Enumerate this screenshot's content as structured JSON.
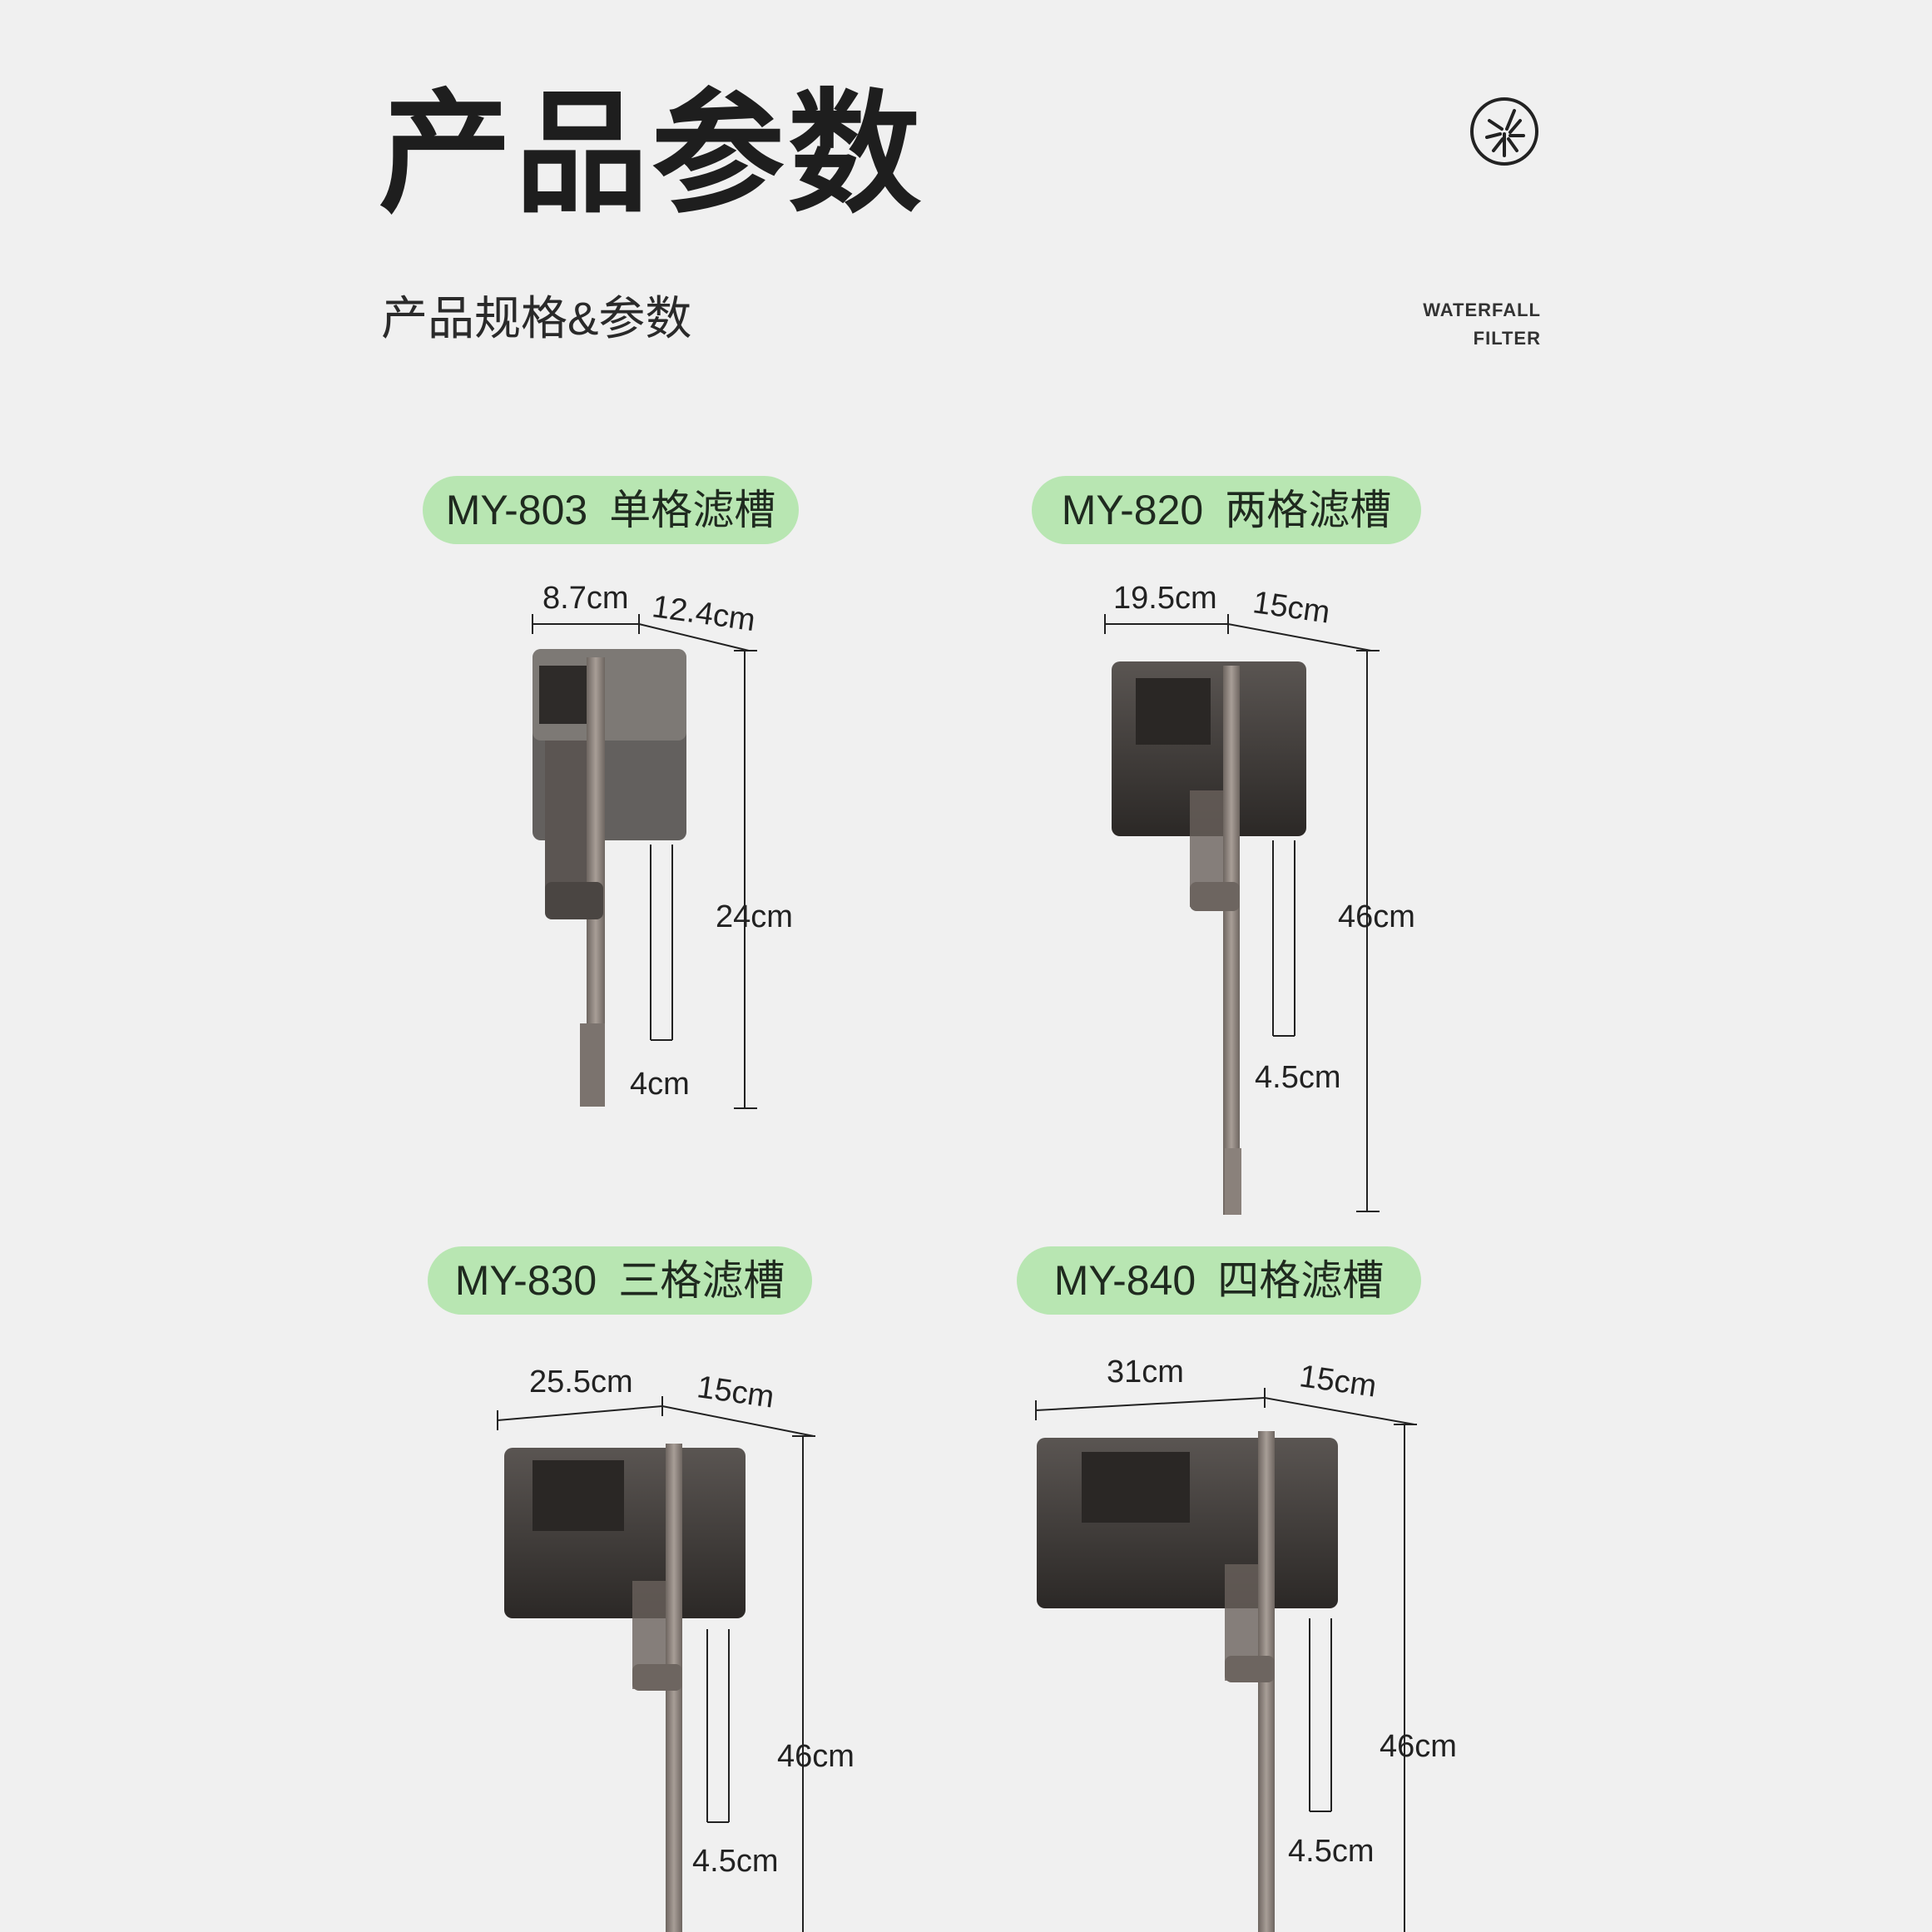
{
  "header": {
    "title": "产品参数",
    "subtitle": "产品规格&参数",
    "brand_line1": "WATERFALL",
    "brand_line2": "FILTER",
    "logo_icon": "waterfall-brand-logo-icon"
  },
  "colors": {
    "background": "#f0f0f0",
    "pill": "#b8e6b2",
    "product_body": "#3d3936"
  },
  "products": [
    {
      "code": "MY-803",
      "name": "单格滤槽",
      "width": "8.7cm",
      "depth": "12.4cm",
      "height": "24cm",
      "inner": "4cm"
    },
    {
      "code": "MY-820",
      "name": "两格滤槽",
      "width": "19.5cm",
      "depth": "15cm",
      "height": "46cm",
      "inner": "4.5cm"
    },
    {
      "code": "MY-830",
      "name": "三格滤槽",
      "width": "25.5cm",
      "depth": "15cm",
      "height": "46cm",
      "inner": "4.5cm"
    },
    {
      "code": "MY-840",
      "name": "四格滤槽",
      "width": "31cm",
      "depth": "15cm",
      "height": "46cm",
      "inner": "4.5cm"
    }
  ]
}
